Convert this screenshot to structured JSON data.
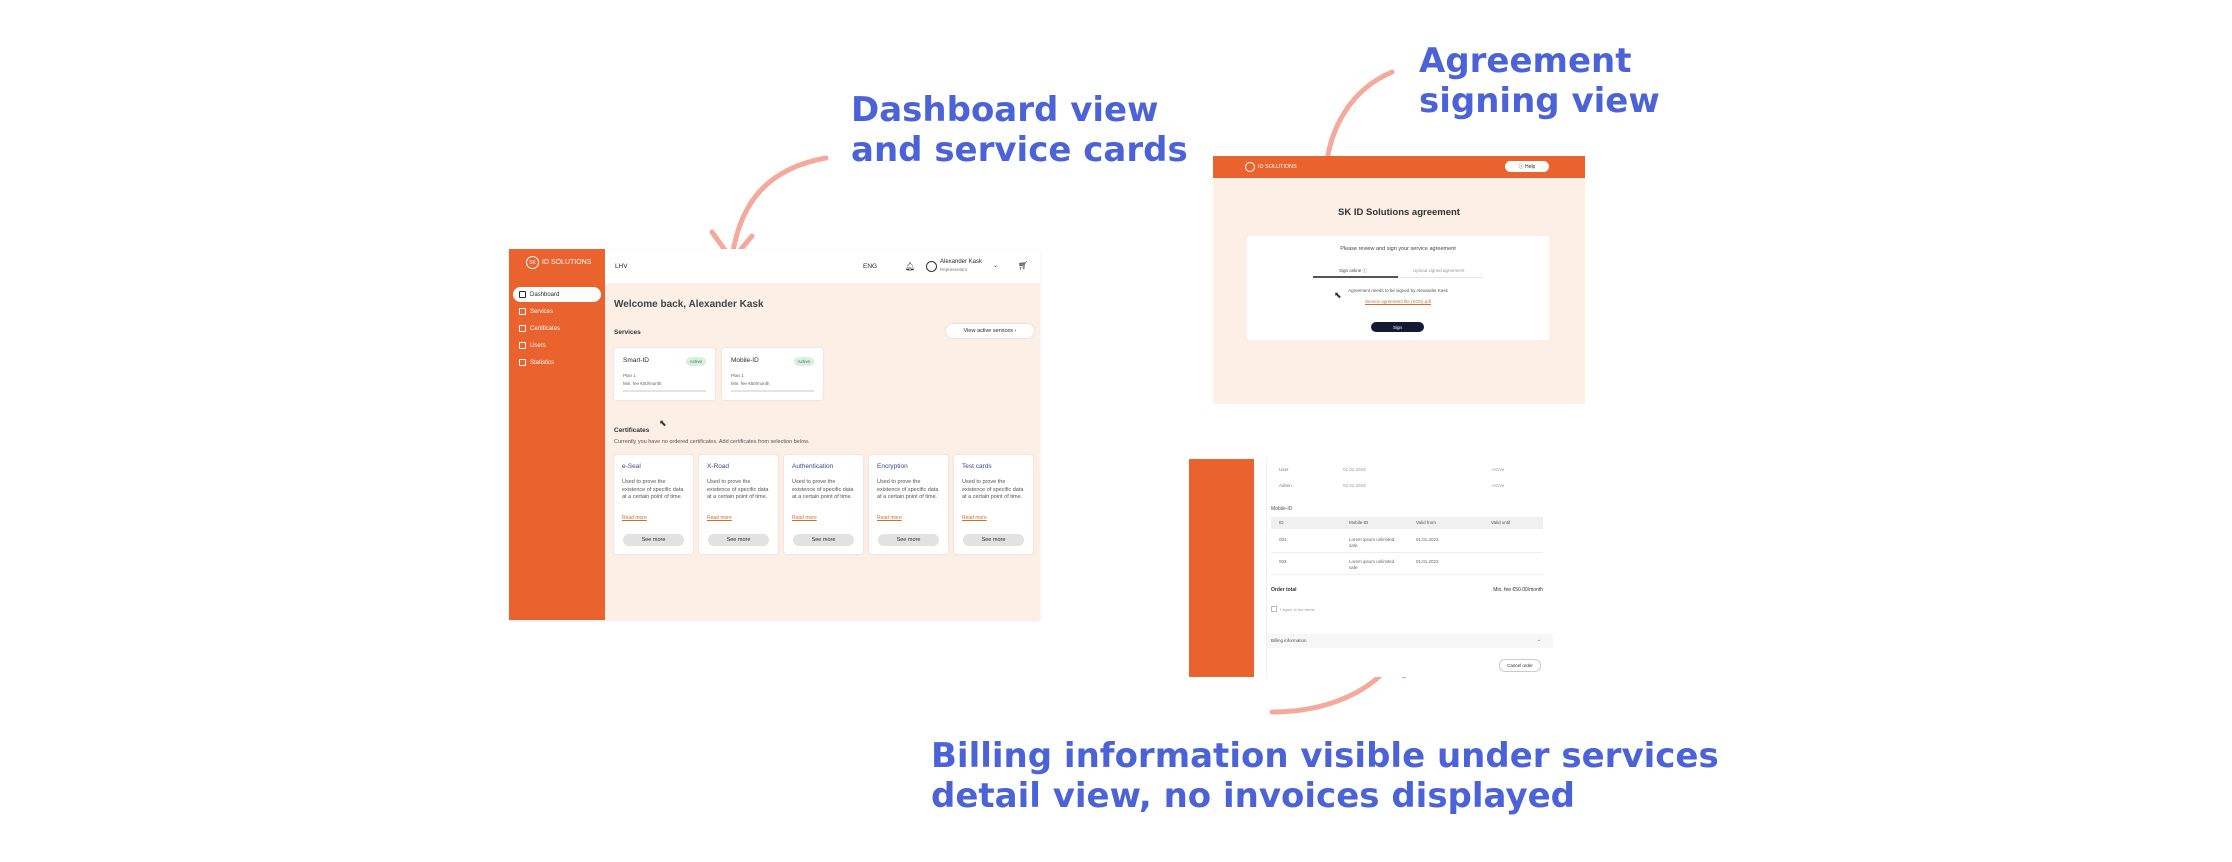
{
  "annotations": {
    "dashboard": "Dashboard view\nand service cards",
    "agreement": "Agreement\nsigning view",
    "billing": "Billing information visible under services\ndetail view, no invoices displayed"
  },
  "colors": {
    "brand_orange": "#ea622d",
    "annotation_blue": "#4b63d6",
    "arrow_pink": "#f4a99a",
    "panel_bg": "#fcefe6"
  },
  "dashboard": {
    "logo_text": "ID SOLUTIONS",
    "logo_mark": "SK",
    "nav": [
      "Dashboard",
      "Services",
      "Certificates",
      "Users",
      "Statistics"
    ],
    "org": "LHV",
    "lang": "ENG",
    "user_name": "Alexander Kask",
    "user_role": "Representant",
    "welcome": "Welcome back, Alexander Kask",
    "services_heading": "Services",
    "view_active": "View active services",
    "services": [
      {
        "name": "Smart-ID",
        "badge": "Active",
        "plan": "Plan 1",
        "fee": "Min. fee €50/month"
      },
      {
        "name": "Mobile-ID",
        "badge": "Active",
        "plan": "Plan 1",
        "fee": "Min. fee €50/month"
      }
    ],
    "certificates_heading": "Certificates",
    "certificates_note": "Currently you have no ordered certificates. Add certificates from selection below.",
    "certificates": [
      {
        "name": "e-Seal",
        "desc": "Used to prove the existence of specific data at a certain point of time.",
        "link": "Read more",
        "button": "See more"
      },
      {
        "name": "X-Road",
        "desc": "Used to prove the existence of specific data at a certain point of time.",
        "link": "Read more",
        "button": "See more"
      },
      {
        "name": "Authentication",
        "desc": "Used to prove the existence of specific data at a certain point of time.",
        "link": "Read more",
        "button": "See more"
      },
      {
        "name": "Encryption",
        "desc": "Used to prove the existence of specific data at a certain point of time.",
        "link": "Read more",
        "button": "See more"
      },
      {
        "name": "Test cards",
        "desc": "Used to prove the existence of specific data at a certain point of time.",
        "link": "Read more",
        "button": "See more"
      }
    ]
  },
  "agreement": {
    "logo_text": "ID SOLUTIONS",
    "help": "Help",
    "title": "SK ID Solutions agreement",
    "prompt": "Please review and sign your service agreement",
    "tab_sign": "Sign online",
    "tab_upload": "Upload signed agreement",
    "needs_sign": "Agreement needs to be signed by Alexander Kask",
    "doc_link": "Service agreement file (SOS).pdf",
    "sign_button": "Sign"
  },
  "billing": {
    "top_rows": [
      {
        "a": "User",
        "b": "01.01.2023",
        "c": "Active"
      },
      {
        "a": "Admin",
        "b": "02.01.2023",
        "c": "Active"
      }
    ],
    "section_label": "Mobile-ID",
    "table_head": [
      "ID",
      "Mobile-ID",
      "Valid from",
      "Valid until"
    ],
    "table_rows": [
      {
        "id": "001",
        "desc": "Lorem ipsum unlimited\nsafe",
        "from": "01.01.2023"
      },
      {
        "id": "002",
        "desc": "Lorem ipsum unlimited\nsafe",
        "from": "01.01.2023"
      }
    ],
    "order_total_label": "Order total",
    "order_total_value": "Min. fee €50.00/month",
    "checkbox_label": "I agree to the terms",
    "billing_label": "Billing information",
    "cancel_button": "Cancel order"
  }
}
